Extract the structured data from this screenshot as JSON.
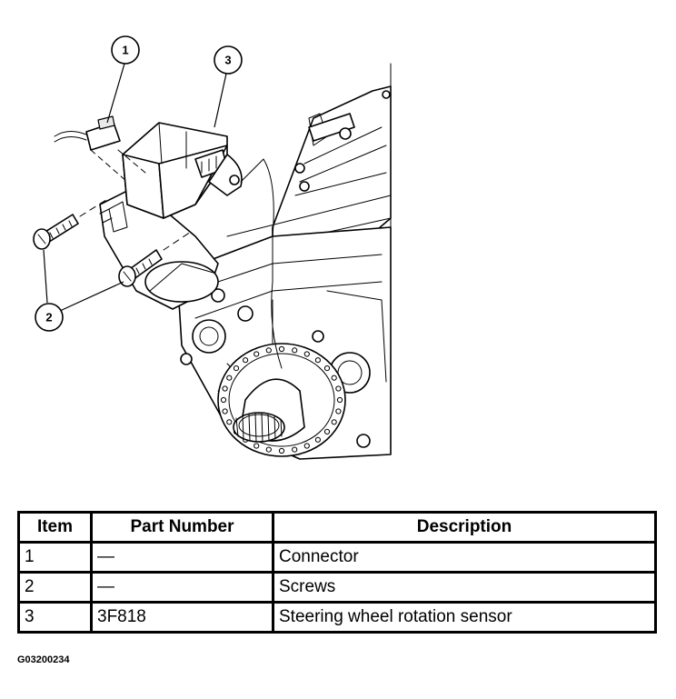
{
  "callouts": [
    "1",
    "2",
    "3"
  ],
  "table": {
    "headers": [
      "Item",
      "Part Number",
      "Description"
    ],
    "rows": [
      {
        "item": "1",
        "part_number": "—",
        "description": "Connector"
      },
      {
        "item": "2",
        "part_number": "—",
        "description": "Screws"
      },
      {
        "item": "3",
        "part_number": "3F818",
        "description": "Steering wheel rotation sensor"
      }
    ]
  },
  "figure_id": "G03200234"
}
